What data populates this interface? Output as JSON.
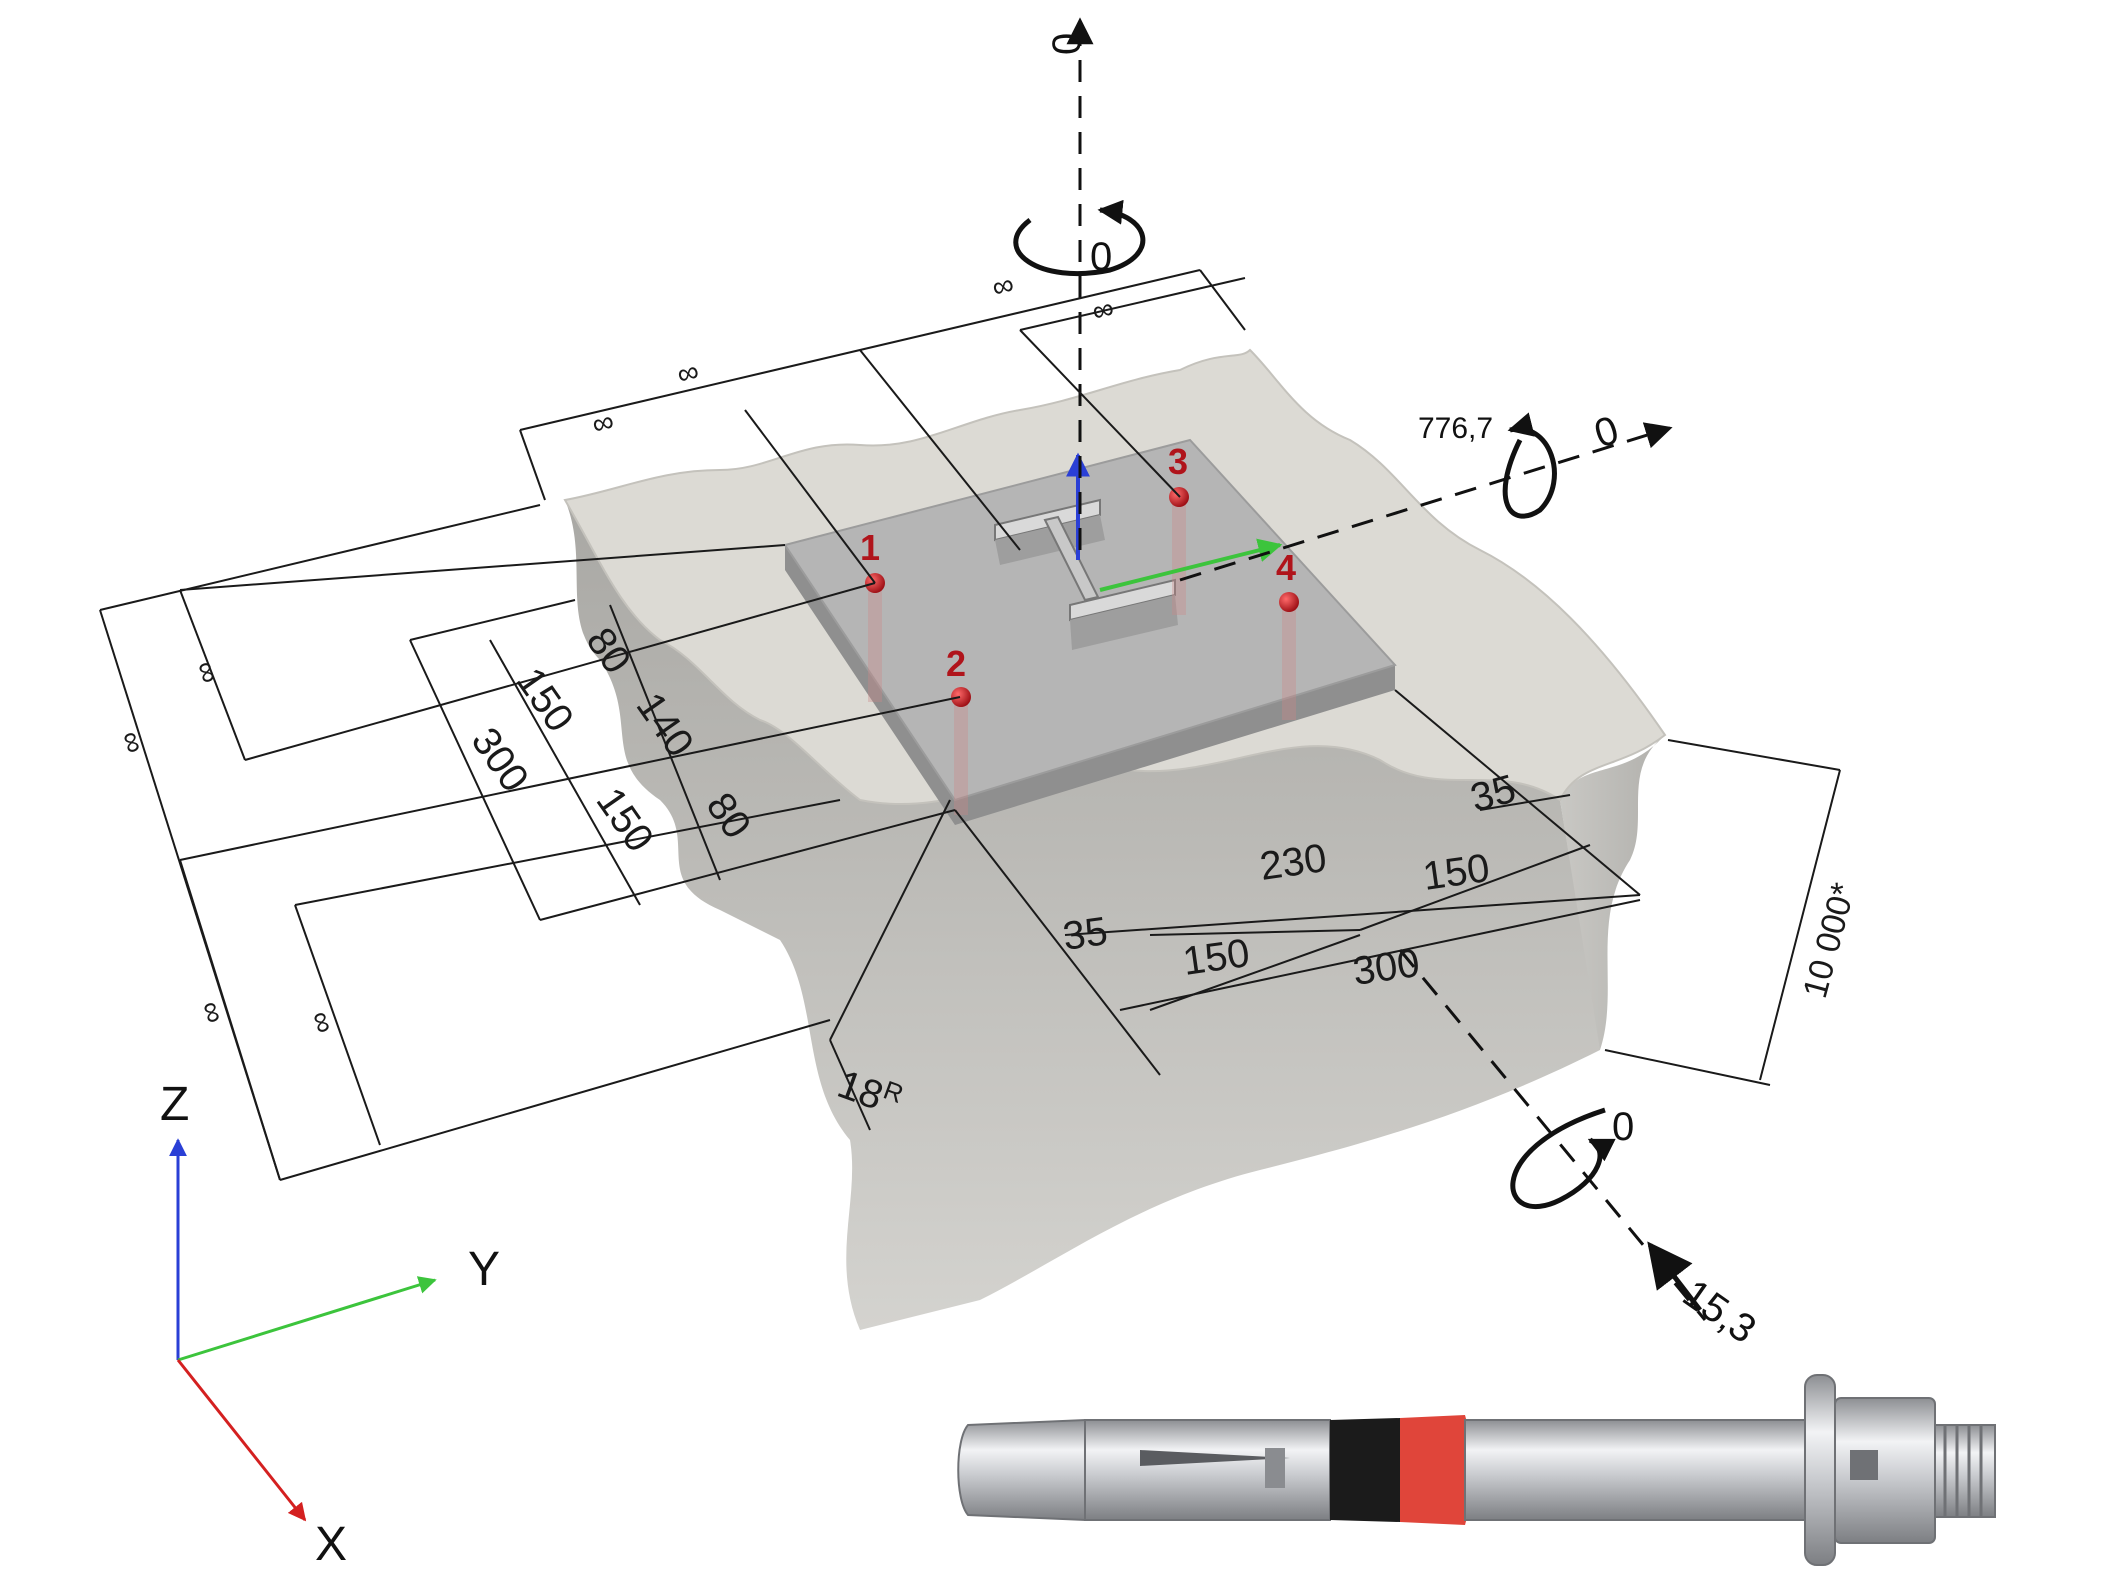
{
  "diagram": {
    "anchors": [
      "1",
      "2",
      "3",
      "4"
    ],
    "dimensions": {
      "plate_side": [
        "80",
        "150",
        "140",
        "150",
        "80",
        "300"
      ],
      "plate_front": [
        "35",
        "230",
        "35",
        "150",
        "150",
        "300"
      ],
      "edge_infinity": "∞",
      "thickness": "10 000*",
      "radius": "18",
      "radius_suffix": "R"
    },
    "loads": {
      "vertical_force": "0",
      "torsion_moment": "0",
      "moment_y": "776,7",
      "force_y": "0",
      "moment_x": "0",
      "force_x": "15,3"
    },
    "axes": {
      "z": "Z",
      "y": "Y",
      "x": "X"
    },
    "colors": {
      "z_axis": "#2a3fd6",
      "y_axis": "#3cc43c",
      "x_axis": "#d42020",
      "concrete_top": "#dcdad4",
      "concrete_side": "#bdbcb8",
      "plate": "#b5b5b5",
      "anchor": "#c8161d",
      "sleeve_red": "#e0453a"
    },
    "icons": [
      "rotation-arrow-icon",
      "force-arrow-icon",
      "anchor-bolt-icon"
    ]
  }
}
